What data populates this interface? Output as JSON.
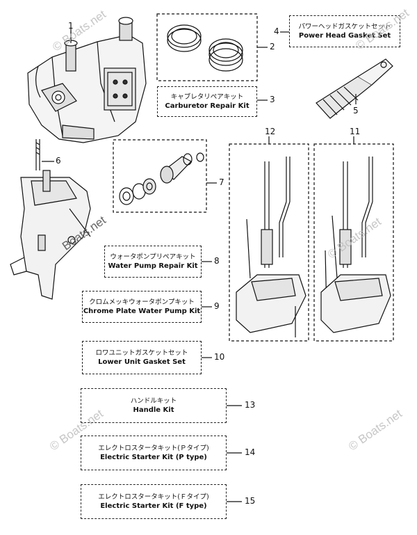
{
  "watermark": {
    "text_copyright": "© Boats.net",
    "text_plain": "Boats.net"
  },
  "callouts": {
    "c1": "1",
    "c2": "2",
    "c3": "3",
    "c4": "4",
    "c5": "5",
    "c6": "6",
    "c7": "7",
    "c8": "8",
    "c9": "9",
    "c10": "10",
    "c11": "11",
    "c12": "12",
    "c13": "13",
    "c14": "14",
    "c15": "15"
  },
  "kits": {
    "power_head_gasket": {
      "jp": "パワーヘッドガスケットセット",
      "en": "Power Head Gasket Set"
    },
    "carburetor_repair": {
      "jp": "キャブレタリペアキット",
      "en": "Carburetor Repair Kit"
    },
    "water_pump_repair": {
      "jp": "ウォータポンプリペアキット",
      "en": "Water Pump Repair Kit"
    },
    "chrome_water_pump": {
      "jp": "クロムメッキウォータポンプキット",
      "en": "Chrome Plate Water Pump Kit"
    },
    "lower_unit_gasket": {
      "jp": "ロワユニットガスケットセット",
      "en": "Lower Unit Gasket Set"
    },
    "handle_kit": {
      "jp": "ハンドルキット",
      "en": "Handle Kit"
    },
    "starter_p": {
      "jp": "エレクトロスタータキット(Ｐタイプ)",
      "en": "Electric Starter Kit (P type)"
    },
    "starter_f": {
      "jp": "エレクトロスタータキット(Ｆタイプ)",
      "en": "Electric Starter Kit (F type)"
    }
  }
}
